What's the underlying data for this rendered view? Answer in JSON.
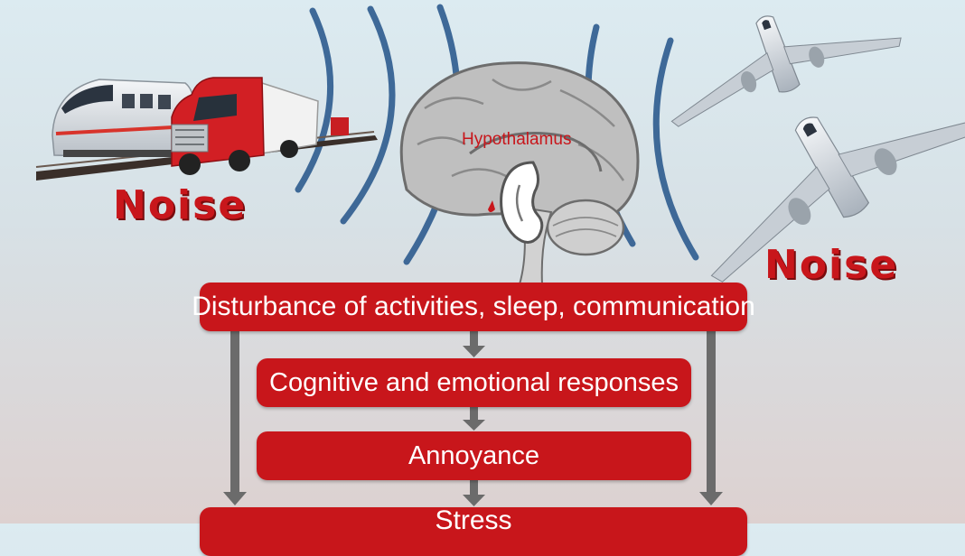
{
  "labels": {
    "noise_left": "Noise",
    "noise_right": "Noise",
    "hypothalamus": "Hypothalamus"
  },
  "flow": {
    "box1": "Disturbance of activities, sleep, communication",
    "box2": "Cognitive and emotional responses",
    "box3": "Annoyance",
    "box4": "Stress"
  },
  "colors": {
    "box": "#c8161b",
    "arrow": "#6b6b6b",
    "wave": "#2e5c8f",
    "label_red": "#c8161b"
  },
  "icons": [
    "train-icon",
    "truck-icon",
    "brain-icon",
    "ear-icon",
    "airplane-icon",
    "sound-wave-icon"
  ]
}
